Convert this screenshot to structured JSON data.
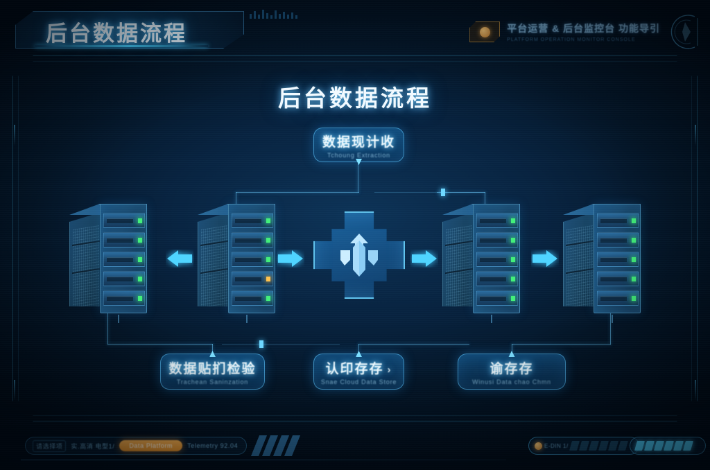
{
  "header": {
    "title": "后台数据流程",
    "right_title_cn": "平台运营 & 后台监控台 功能导引",
    "right_title_en": "PLATFORM OPERATION MONITOR CONSOLE",
    "badge_icon": "shield-badge-icon",
    "ring_icon": "radar-ring-icon"
  },
  "diagram": {
    "title": "后台数据流程",
    "emblem_icon": "data-hub-emblem-icon",
    "nodes": {
      "collect": {
        "cn": "数据现计收",
        "en": "Tchoung Extraction"
      },
      "clean": {
        "cn": "数据贴扪检验",
        "en": "Trachean Saninzation"
      },
      "store": {
        "cn": "认印存存",
        "en": "Snae Cloud Data Store",
        "arrow": "›"
      },
      "cache": {
        "cn": "谕存存",
        "en": "Winusi Data chao Chmn"
      }
    },
    "servers": [
      {
        "name": "server-rack-1",
        "bays": 5
      },
      {
        "name": "server-rack-2",
        "bays": 5
      },
      {
        "name": "server-rack-3",
        "bays": 5
      },
      {
        "name": "server-rack-4",
        "bays": 5
      }
    ],
    "arrows": [
      {
        "name": "flow-arrow-1",
        "direction": "left"
      },
      {
        "name": "flow-arrow-2",
        "direction": "right"
      },
      {
        "name": "flow-arrow-3",
        "direction": "right"
      },
      {
        "name": "flow-arrow-4",
        "direction": "right"
      }
    ]
  },
  "footer": {
    "chip_1": "请选择项",
    "chip_2": "实.高消 电型1/",
    "pill_label": "Data Platform",
    "chip_3": "Telemetry 92.04",
    "gauge_left_label": "E-DIN 1/",
    "gauge_left_filled": 0,
    "gauge_left_total": 8,
    "gauge_right_filled": 6,
    "gauge_right_total": 6
  },
  "colors": {
    "accent_cyan": "#4fd4ff",
    "accent_orange": "#e9a13f",
    "led_green": "#43f07a",
    "bg_deep": "#01080f",
    "panel_blue": "#1a4f7a"
  }
}
